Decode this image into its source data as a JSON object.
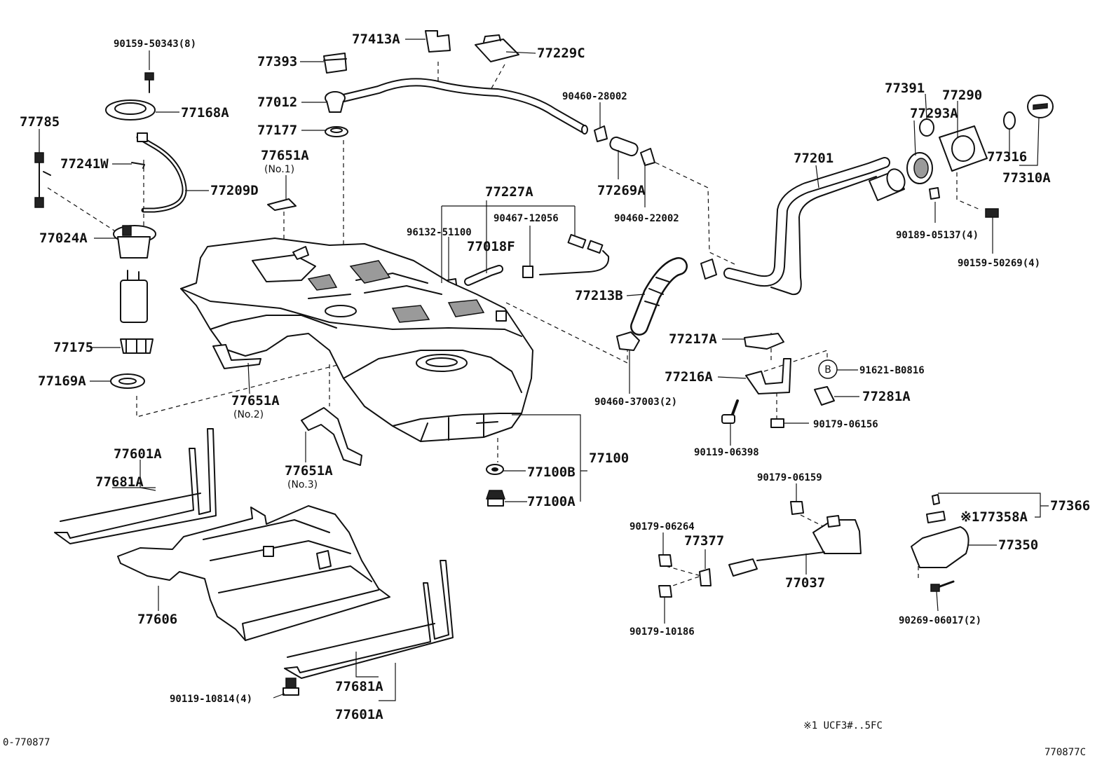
{
  "diagram": {
    "parts": {
      "p90159_50343": "90159-50343(8)",
      "p77393": "77393",
      "p77413A": "77413A",
      "p77229C": "77229C",
      "p77168A": "77168A",
      "p77785": "77785",
      "p77012": "77012",
      "p77177": "77177",
      "p90460_28002": "90460-28002",
      "p77391": "77391",
      "p77290": "77290",
      "p77293A": "77293A",
      "p77241W": "77241W",
      "p77651A_1": "77651A",
      "no1": "(No.1)",
      "p77209D": "77209D",
      "p77201": "77201",
      "p77316": "77316",
      "p77310A": "77310A",
      "p77269A": "77269A",
      "p77227A": "77227A",
      "p90460_22002": "90460-22002",
      "p77024A": "77024A",
      "p96132_51100": "96132-51100",
      "p90467_12056": "90467-12056",
      "p77018F": "77018F",
      "p90189_05137": "90189-05137(4)",
      "p90159_50269": "90159-50269(4)",
      "p77213B": "77213B",
      "p77175": "77175",
      "p77217A": "77217A",
      "p91621_B0816": "91621-B0816",
      "circle_b": "B",
      "p77169A": "77169A",
      "p77216A": "77216A",
      "p77651A_2": "77651A",
      "no2": "(No.2)",
      "p90460_37003": "90460-37003(2)",
      "p77281A": "77281A",
      "p90179_06156": "90179-06156",
      "p77601A_1": "77601A",
      "p77681A_1": "77681A",
      "p90119_06398": "90119-06398",
      "p77651A_3": "77651A",
      "no3": "(No.3)",
      "p77100": "77100",
      "p90179_06159": "90179-06159",
      "p77100B": "77100B",
      "p77100A": "77100A",
      "p77366": "77366",
      "p90179_06264": "90179-06264",
      "p77358A": "※177358A",
      "p77377": "77377",
      "p77350": "77350",
      "p77037": "77037",
      "p77606": "77606",
      "p90179_10186": "90179-10186",
      "p90269_06017": "90269-06017(2)",
      "p90119_10814": "90119-10814(4)",
      "p77681A_2": "77681A",
      "p77601A_2": "77601A"
    },
    "footnote": "※1  UCF3#..5FC",
    "ref_bottom_left": "0-770877",
    "ref_bottom_right": "770877C"
  }
}
